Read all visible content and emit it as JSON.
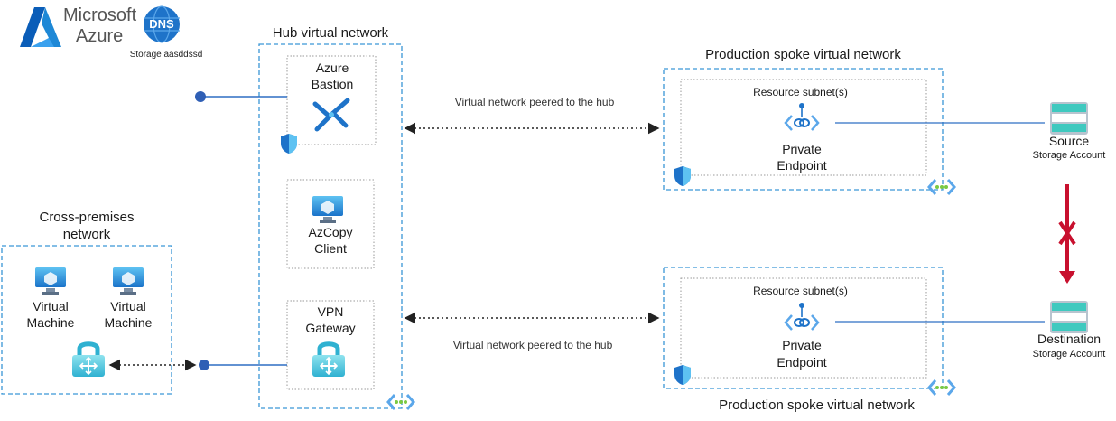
{
  "brand": {
    "line1": "Microsoft",
    "line2": "Azure",
    "dns_badge": "DNS",
    "dns_caption": "Storage aasddssd"
  },
  "hub": {
    "title": "Hub virtual network",
    "bastion_line1": "Azure",
    "bastion_line2": "Bastion",
    "azcopy_line1": "AzCopy",
    "azcopy_line2": "Client",
    "vpn_line1": "VPN",
    "vpn_line2": "Gateway"
  },
  "cross_premises": {
    "title_line1": "Cross-premises",
    "title_line2": "network",
    "vm1_line1": "Virtual",
    "vm1_line2": "Machine",
    "vm2_line1": "Virtual",
    "vm2_line2": "Machine"
  },
  "spoke_top": {
    "title": "Production spoke virtual network",
    "subnet": "Resource subnet(s)",
    "endpoint_line1": "Private",
    "endpoint_line2": "Endpoint"
  },
  "spoke_bottom": {
    "title": "Production spoke virtual network",
    "subnet": "Resource subnet(s)",
    "endpoint_line1": "Private",
    "endpoint_line2": "Endpoint"
  },
  "peering": {
    "top": "Virtual network peered to the hub",
    "bottom": "Virtual network peered to the hub"
  },
  "storage_source": {
    "name": "Source",
    "type": "Storage Account"
  },
  "storage_destination": {
    "name": "Destination",
    "type": "Storage Account"
  },
  "colors": {
    "azure_blue": "#1e88d6",
    "line_blue": "#2f6fc4",
    "dot_blue": "#2f5fb5",
    "red": "#c8102e",
    "storage_teal": "#3fc9bf",
    "gray_text": "#333333"
  }
}
